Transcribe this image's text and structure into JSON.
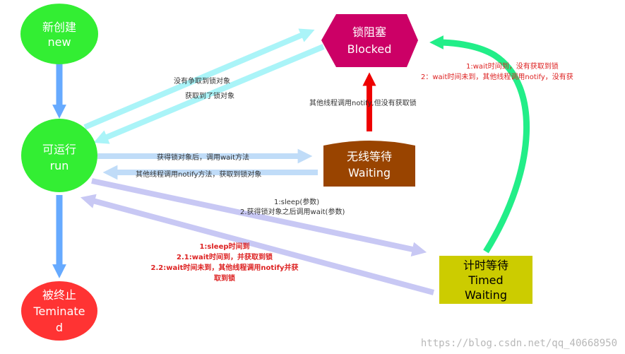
{
  "states": {
    "new": {
      "line1": "新创建",
      "line2": "new"
    },
    "run": {
      "line1": "可运行",
      "line2": "run"
    },
    "terminated": {
      "line1": "被终止",
      "line2": "Teminate",
      "line3": "d"
    },
    "blocked": {
      "line1": "锁阻塞",
      "line2": "Blocked"
    },
    "waiting": {
      "line1": "无线等待",
      "line2": "Waiting"
    },
    "timed": {
      "line1": "计时等待",
      "line2": "Timed",
      "line3": "Waiting"
    }
  },
  "labels": {
    "no_lock": "没有争取到锁对象",
    "got_lock": "获取到了锁对象",
    "notify_no_lock": "其他线程调用notify,但没有获取锁",
    "wait_call": "获得锁对象后，调用wait方法",
    "notify_get_lock": "其他线程调用notify方法，获取到锁对象",
    "sleep1": "1:sleep(参数)",
    "sleep2": "2.获得锁对象之后调用wait(参数)",
    "timed_back1": "1:sleep时间到",
    "timed_back2": "2.1:wait时间到，并获取到锁",
    "timed_back3": "2.2:wait时间未到，其他线程调用notify并获",
    "timed_back4": "取到锁",
    "timed_blocked1": "1:wait时间到，没有获取到锁",
    "timed_blocked2": "2：wait时间未到，其他线程调用notify，没有获"
  },
  "watermark": "https://blog.csdn.net/qq_40668950",
  "colors": {
    "green": "#33ee33",
    "red": "#ff3333",
    "magenta": "#cc0066",
    "brown": "#994400",
    "olive": "#cccc00",
    "blue_arrow": "#66aaff",
    "cyan_arrow": "#aaf4f8",
    "light_blue_arrow": "#c0dcf8",
    "lavender_arrow": "#c8c8f4",
    "red_arrow": "#ee0000",
    "green_arrow": "#22ee88",
    "red_text": "#dd2222"
  }
}
